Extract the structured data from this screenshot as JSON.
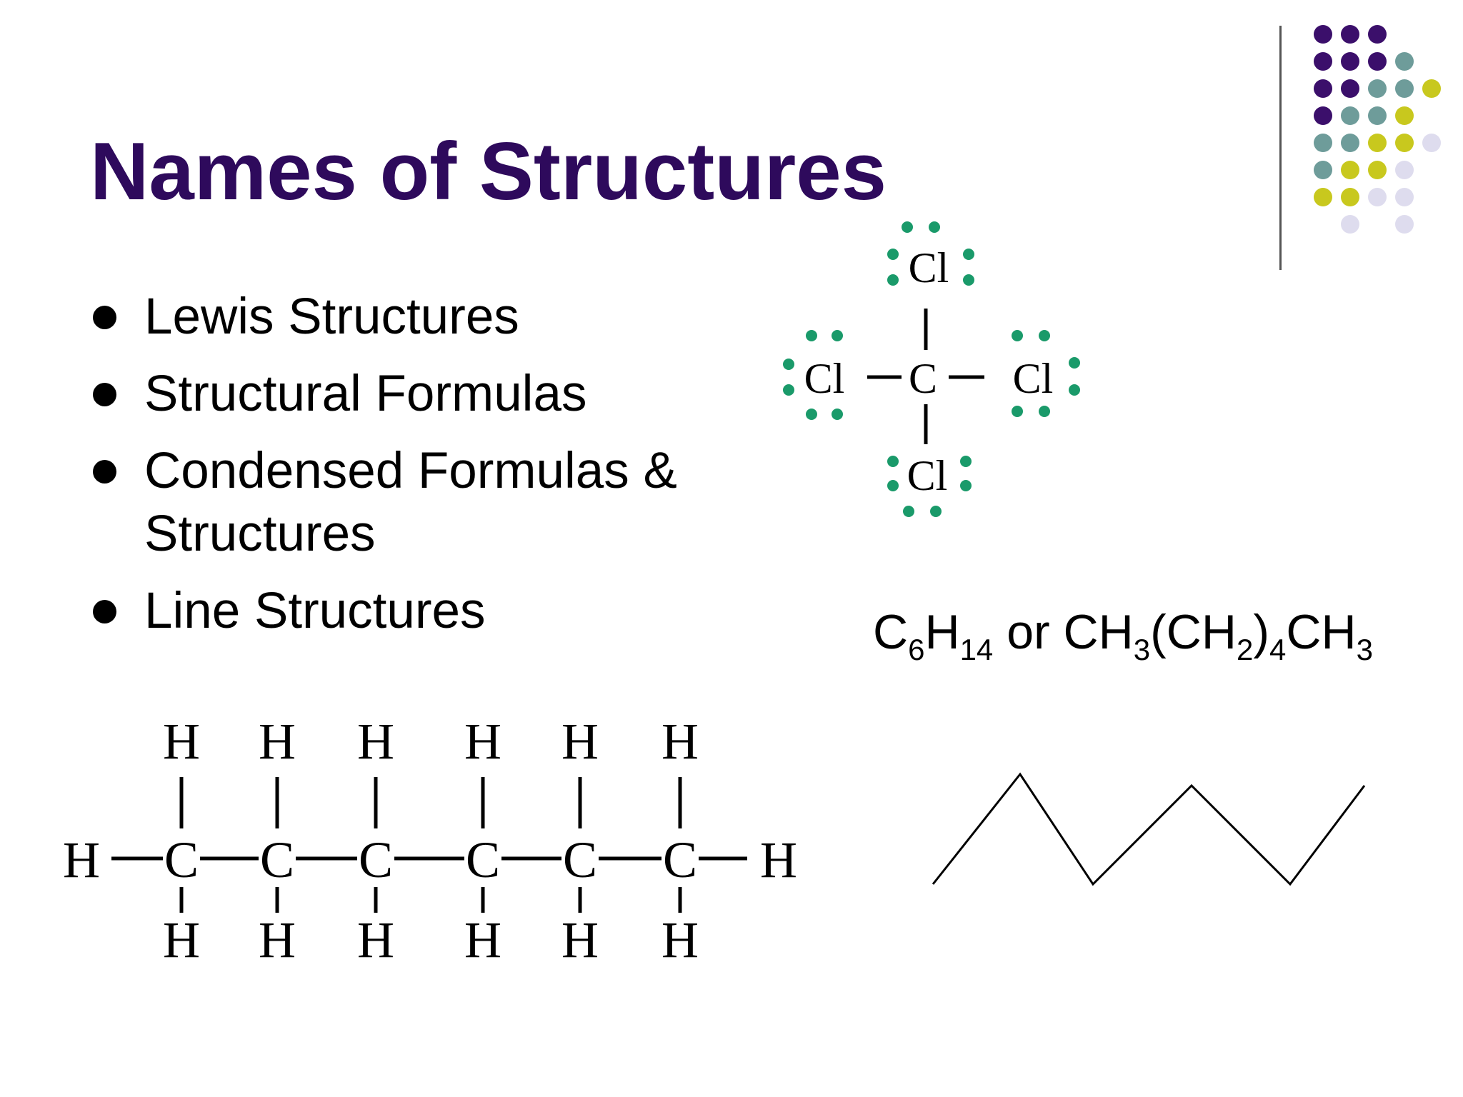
{
  "slide": {
    "title": "Names of Structures",
    "bullets": [
      "Lewis Structures",
      "Structural Formulas",
      "Condensed Formulas & Structures",
      "Line Structures"
    ],
    "condensed_formula": {
      "parts": [
        {
          "text": "C",
          "sub": "6"
        },
        {
          "text": "H",
          "sub": "14"
        },
        {
          "text": " or CH",
          "sub": "3"
        },
        {
          "text": "(CH",
          "sub": "2"
        },
        {
          "text": ")",
          "sub": "4"
        },
        {
          "text": "CH",
          "sub": "3"
        }
      ]
    },
    "lewis_structure": {
      "center_atom": "C",
      "ligand_atom": "Cl",
      "lone_pair_color": "#1a9a6a"
    },
    "structural_formula": {
      "hydrogen": "H",
      "carbon": "C"
    }
  },
  "theme": {
    "title_color": "#2e0a5c",
    "dot_colors": {
      "purple": "#3b0f6b",
      "teal": "#6e9c9a",
      "olive": "#c8c81e",
      "lavender": "#dedcee"
    }
  }
}
